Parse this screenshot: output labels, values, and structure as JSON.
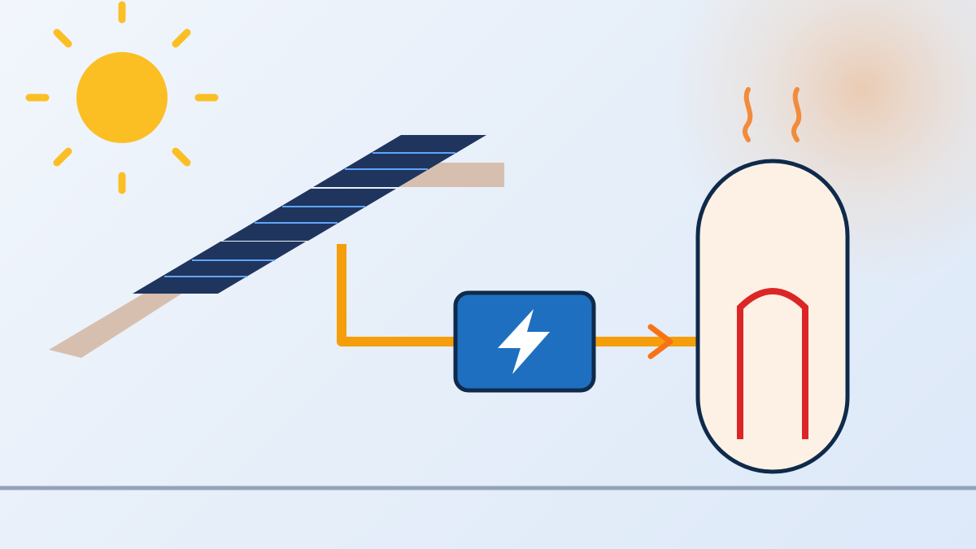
{
  "diagram": {
    "elements": [
      {
        "id": "sun",
        "kind": "sun",
        "icon": "sun-icon"
      },
      {
        "id": "solar-panel",
        "kind": "photovoltaic-panel",
        "icon": "solar-panel-icon",
        "segments": 3
      },
      {
        "id": "controller",
        "kind": "power-controller",
        "icon": "lightning-bolt-icon"
      },
      {
        "id": "water-tank",
        "kind": "hot-water-tank",
        "icon": "water-heater-icon"
      },
      {
        "id": "heating-element",
        "kind": "resistive-heating-element",
        "icon": "heating-element-icon"
      },
      {
        "id": "steam",
        "kind": "heat-wisps",
        "icon": "steam-icon",
        "count": 2
      }
    ],
    "connections": [
      {
        "from": "solar-panel",
        "to": "controller",
        "style": "wire"
      },
      {
        "from": "controller",
        "to": "water-tank",
        "style": "wire-arrow"
      }
    ]
  },
  "colors": {
    "sun": "#fbbf24",
    "panel_fill": "#1f355e",
    "panel_lines": "#60a5fa",
    "panel_shadow": "#d7bfb0",
    "wire": "#f59e0b",
    "arrow": "#f97316",
    "controller_fill": "#1e6fbf",
    "controller_border": "#0f2a4a",
    "bolt": "#ffffff",
    "tank_fill": "#fdf1e6",
    "tank_border": "#0f2a4a",
    "heating_element": "#dc2626",
    "steam": "#f28b3c",
    "ground_line": "#94a3b8",
    "warm_glow": "#f0b07a"
  }
}
